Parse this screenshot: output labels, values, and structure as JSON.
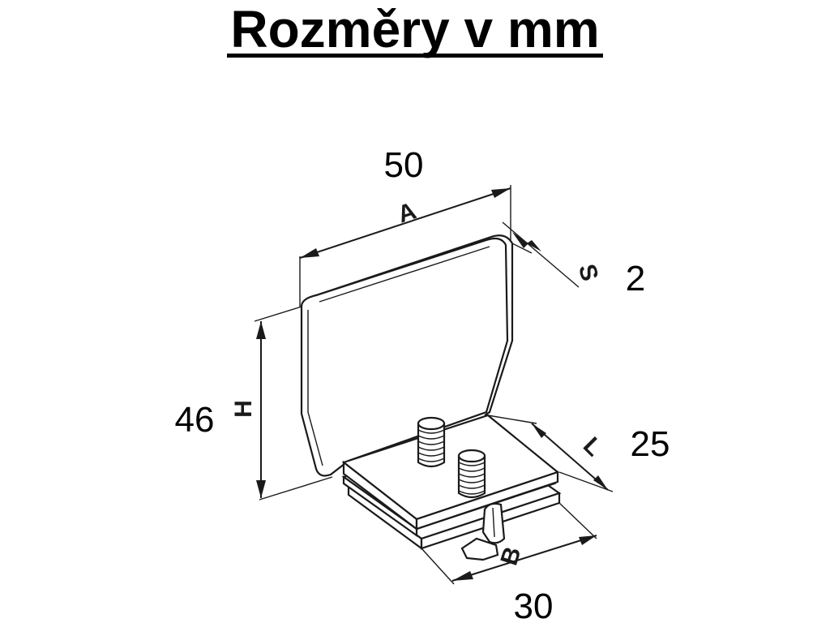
{
  "title": "Rozměry v mm",
  "dimensions": [
    {
      "letter": "A",
      "value": "50"
    },
    {
      "letter": "S",
      "value": "2"
    },
    {
      "letter": "H",
      "value": "46"
    },
    {
      "letter": "L",
      "value": "25"
    },
    {
      "letter": "B",
      "value": "30"
    }
  ]
}
